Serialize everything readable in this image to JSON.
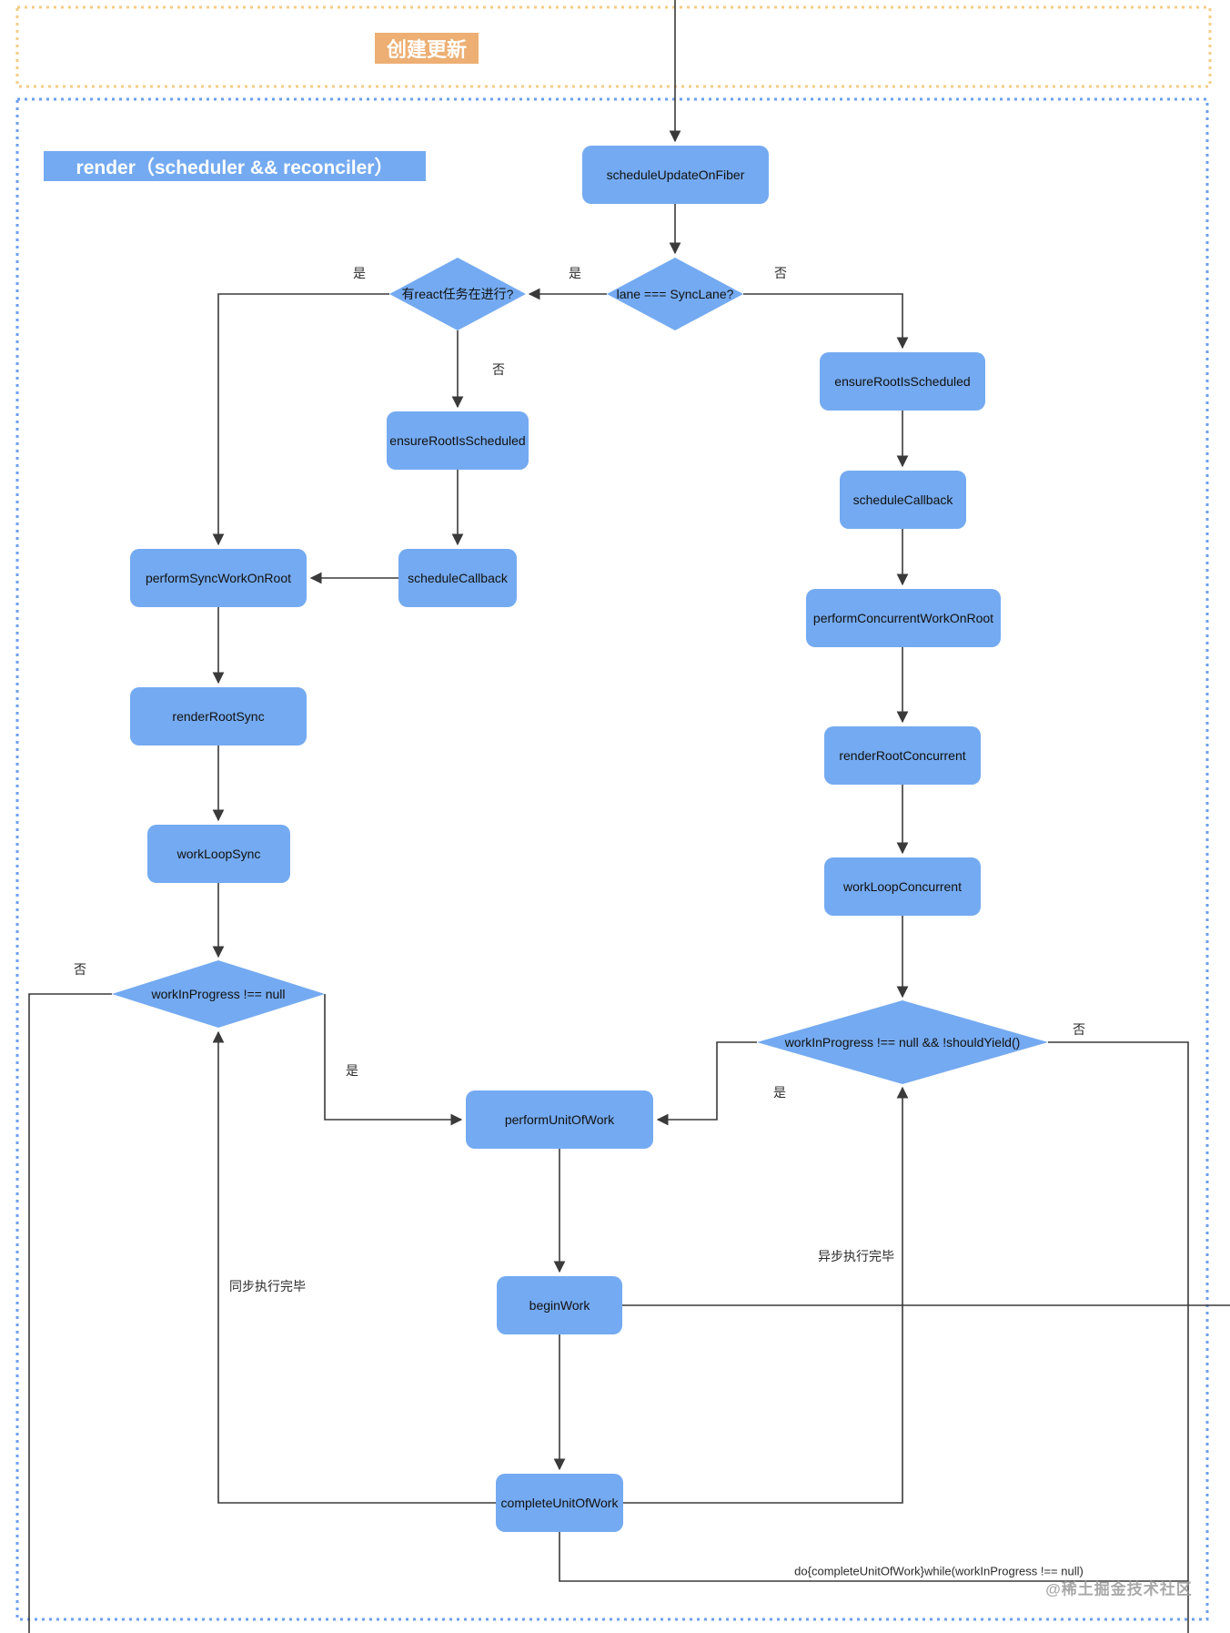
{
  "sections": {
    "create_update": {
      "title": "创建更新"
    },
    "render": {
      "title": "render（scheduler && reconciler）"
    }
  },
  "nodes": {
    "scheduleUpdateOnFiber": "scheduleUpdateOnFiber",
    "laneIsSyncLane": "lane === SyncLane?",
    "hasReactTask": "有react任务在进行?",
    "ensureRootIsScheduledMid": "ensureRootIsScheduled",
    "scheduleCallbackLeft": "scheduleCallback",
    "performSyncWorkOnRoot": "performSyncWorkOnRoot",
    "renderRootSync": "renderRootSync",
    "workLoopSync": "workLoopSync",
    "workInProgressNotNull": "workInProgress !== null",
    "ensureRootIsScheduledRight": "ensureRootIsScheduled",
    "scheduleCallbackRight": "scheduleCallback",
    "performConcurrentWorkOnRoot": "performConcurrentWorkOnRoot",
    "renderRootConcurrent": "renderRootConcurrent",
    "workLoopConcurrent": "workLoopConcurrent",
    "workInProgressAndNotShouldYield": "workInProgress !== null && !shouldYield()",
    "performUnitOfWork": "performUnitOfWork",
    "beginWork": "beginWork",
    "completeUnitOfWork": "completeUnitOfWork"
  },
  "edge_labels": {
    "yes_has_task_branch": "是",
    "yes_sync_lane": "是",
    "no_sync_lane": "否",
    "no_has_task": "否",
    "no_wip": "否",
    "yes_wip": "是",
    "yes_wip_yield": "是",
    "no_wip_yield": "否",
    "sync_done": "同步执行完毕",
    "async_done": "异步执行完毕",
    "do_while": "do{completeUnitOfWork}while(workInProgress !== null)"
  },
  "watermark": "@稀土掘金技术社区",
  "colors": {
    "node_fill": "#74aaf1",
    "render_title_bg": "#74aaf1",
    "create_title_bg": "#edaf73",
    "create_section_border": "#f5cc86",
    "render_section_border": "#6d9ff0",
    "edge_color": "#3a3a3a",
    "node_text": "#111111",
    "watermark_color": "#9b9b9b"
  }
}
